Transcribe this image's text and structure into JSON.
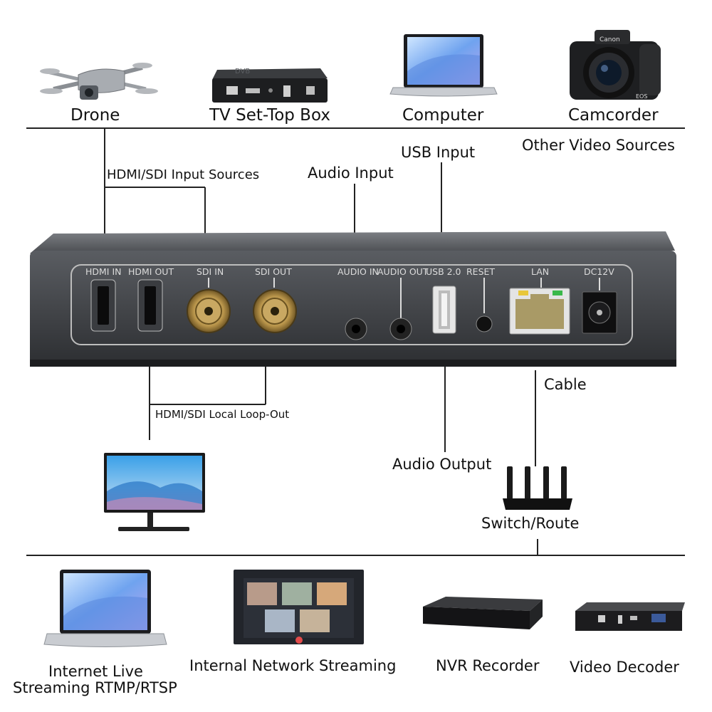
{
  "sources": {
    "drone": "Drone",
    "settop": "TV Set-Top Box",
    "computer": "Computer",
    "camcorder": "Camcorder",
    "other": "Other Video Sources"
  },
  "callouts": {
    "hdmi_sdi_input": "HDMI/SDI Input Sources",
    "audio_input": "Audio Input",
    "usb_input": "USB Input",
    "loop_out": "HDMI/SDI Local Loop-Out",
    "cable": "Cable",
    "audio_output": "Audio Output",
    "switch_route": "Switch/Route"
  },
  "ports": {
    "hdmi_in": "HDMI IN",
    "hdmi_out": "HDMI OUT",
    "sdi_in": "SDI IN",
    "sdi_out": "SDI OUT",
    "audio_in": "AUDIO IN",
    "audio_out": "AUDIO OUT",
    "usb": "USB 2.0",
    "reset": "RESET",
    "lan": "LAN",
    "dc": "DC12V"
  },
  "outputs": {
    "internet_line1": "Internet Live",
    "internet_line2": "Streaming RTMP/RTSP",
    "internal": "Internal Network Streaming",
    "nvr": "NVR Recorder",
    "decoder": "Video Decoder"
  },
  "camera_brand": "Canon",
  "camera_model": "EOS"
}
